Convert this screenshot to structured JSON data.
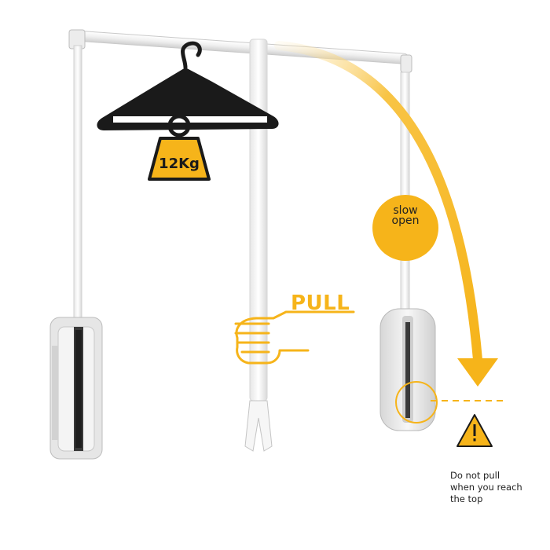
{
  "product": {
    "weight_label": "12Kg",
    "pull_label": "PULL",
    "slow_open": {
      "line1": "slow",
      "line2": "open"
    },
    "warning": [
      "Do not pull",
      "when you reach",
      "the top"
    ]
  },
  "icons": {
    "hanger": "hanger-icon",
    "weight": "weight-icon",
    "hand": "hand-pull-icon",
    "arrow": "curved-arrow-icon",
    "slow_open_arrow": "striped-arrow-icon",
    "warning": "warning-triangle-icon"
  },
  "colors": {
    "accent": "#f6b41a",
    "dark": "#1a1a1a",
    "frame": "#f2f2f2"
  }
}
